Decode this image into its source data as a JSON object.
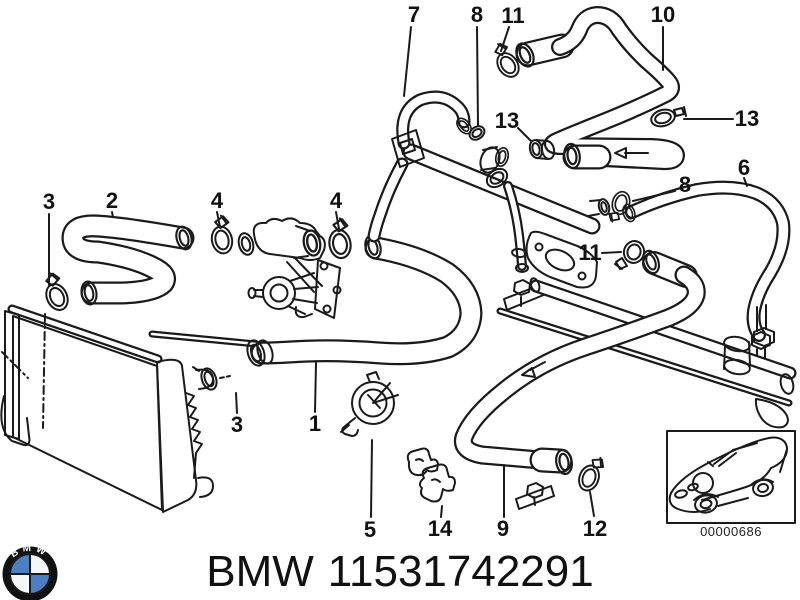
{
  "diagram": {
    "brand": "BMW",
    "part_number": "11531742291",
    "inset": {
      "code": "00000686"
    },
    "logo": {
      "text": "BMW"
    },
    "colors": {
      "line": "#1a1a1a",
      "background": "#ffffff",
      "logo_blue": "#4a7fc1",
      "footer_text": "#111111"
    },
    "callouts": [
      {
        "label": "3"
      },
      {
        "label": "2"
      },
      {
        "label": "4"
      },
      {
        "label": "4"
      },
      {
        "label": "7"
      },
      {
        "label": "8"
      },
      {
        "label": "11"
      },
      {
        "label": "10"
      },
      {
        "label": "13"
      },
      {
        "label": "13"
      },
      {
        "label": "6"
      },
      {
        "label": "8"
      },
      {
        "label": "11"
      },
      {
        "label": "3"
      },
      {
        "label": "1"
      },
      {
        "label": "5"
      },
      {
        "label": "14"
      },
      {
        "label": "9"
      },
      {
        "label": "12"
      }
    ]
  }
}
